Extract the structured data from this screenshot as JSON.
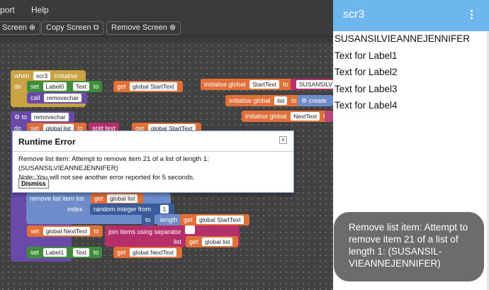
{
  "menu": {
    "item_port": "port",
    "item_help": "Help"
  },
  "toolbar": {
    "add_screen": "Screen",
    "copy_screen": "Copy Screen",
    "remove_screen": "Remove Screen"
  },
  "blocks": {
    "when": "when",
    "scr3": "scr3",
    "initialise": "Initialise",
    "do": "do",
    "set": "set",
    "label0": "Label0",
    "text_prop": "Text",
    "to": "to",
    "get": "get",
    "global_starttext": "global StartText",
    "call": "call",
    "removechar": "removechar",
    "init_global": "initialise global",
    "starttext_var": "StartText",
    "susansil": "SUSANSILV",
    "list_var": "list",
    "create": "create",
    "nexttext_var": "NextText",
    "to_removechar": "to",
    "removechar_name": "removechar",
    "set_global_list": "global list",
    "split": "split",
    "text_kw": "text",
    "remove_list_item": "remove list item",
    "list_kw": "list",
    "global_list": "global list",
    "index": "index",
    "random_integer_from": "random integer from",
    "one": "1",
    "length": "length",
    "global_nexttext": "global NextText",
    "join_items": "join items using separator",
    "label1": "Label1"
  },
  "dialog": {
    "title": "Runtime Error",
    "message": "Remove list item: Attempt to remove item 21 of a list of length 1: (SUSANSILVIEANNEJENNIFER)",
    "note_label": "Note:",
    "note_text": " You will not see another error reported for 5 seconds.",
    "dismiss": "Dismiss",
    "close": "×"
  },
  "phone": {
    "title": "scr3",
    "labels": [
      "SUSANSILVIEANNEJENNIFER",
      "Text for Label1",
      "Text for Label2",
      "Text for Label3",
      "Text for Label4"
    ]
  },
  "toast": {
    "message": "Remove list item: Attempt to remove item 21 of a list of length 1: (SUSANSIL-VIEANNEJENNIFER)"
  },
  "colors": {
    "phone_header": "#6eb6ee",
    "toast_bg": "#6c6c6c",
    "event_block": "#c9a244",
    "procedure_block": "#6a4aa8"
  }
}
